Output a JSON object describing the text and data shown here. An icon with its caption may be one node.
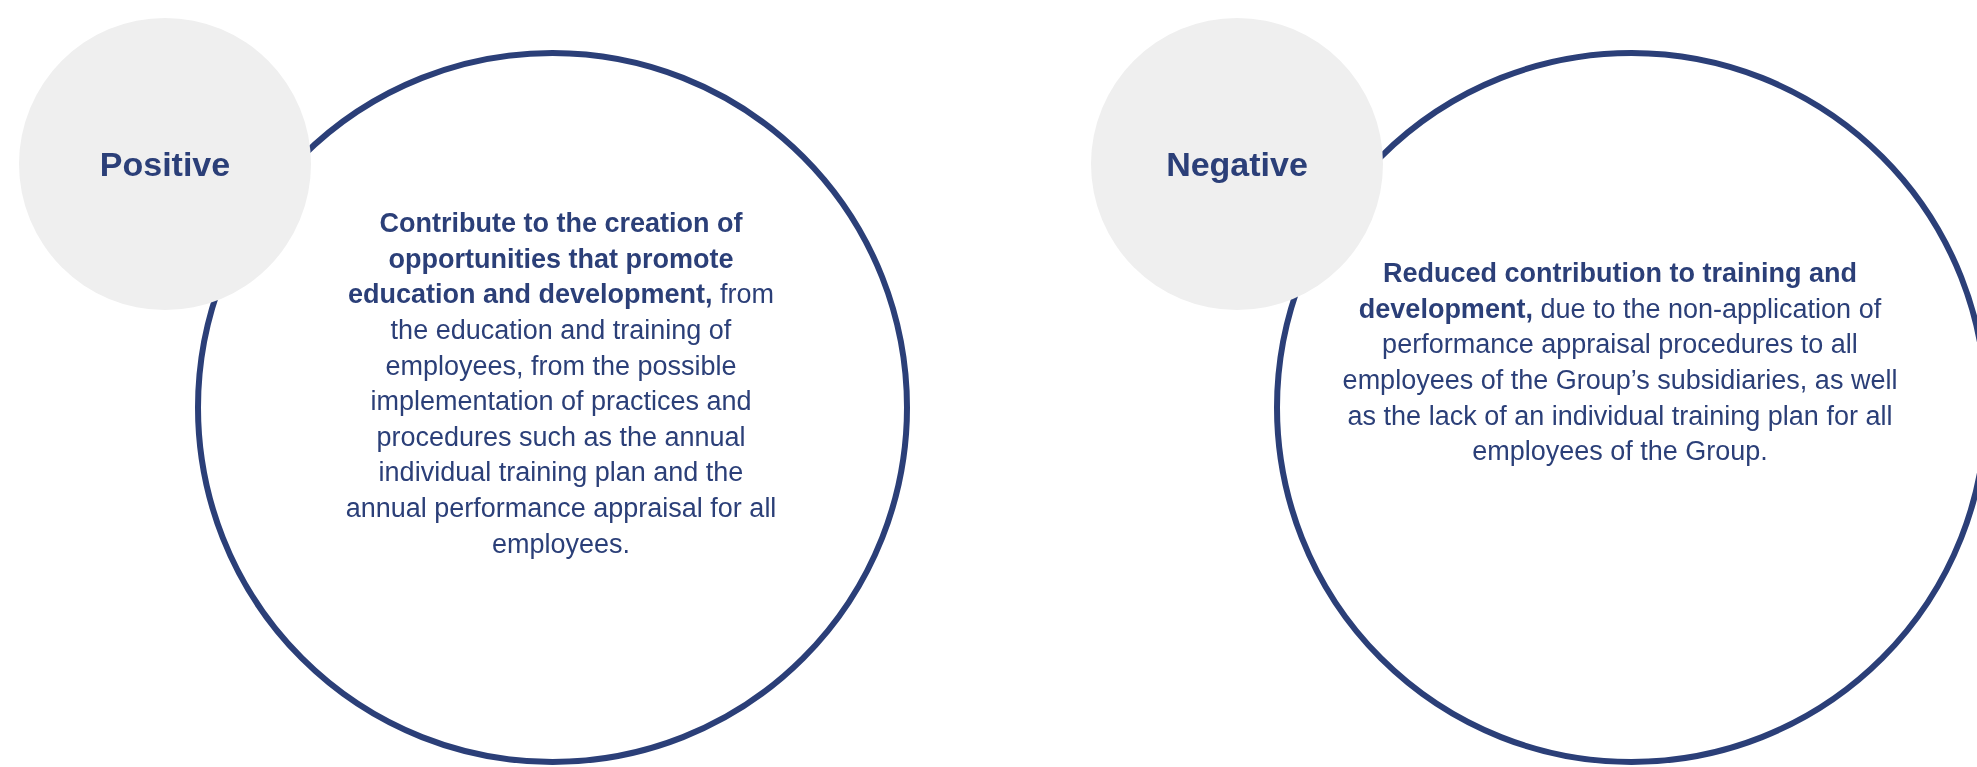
{
  "diagram": {
    "nodes": [
      {
        "text": [
          "Positive"
        ]
      },
      {
        "text": [
          "**Contribute to the creation of opportunities that promote education and development,** from the education and training of employees, from the possible implementation of practices and procedures such as the annual individual training plan and the annual performance appraisal for all employees."
        ]
      },
      {
        "text": [
          "Negative"
        ]
      },
      {
        "text": [
          "**Reduced contribution to training and development,** due to the non-application of performance appraisal procedures to all employees of the Group’s subsidiaries, as well as the lack of an individual training plan for all employees of the Group."
        ]
      }
    ],
    "edges": []
  }
}
